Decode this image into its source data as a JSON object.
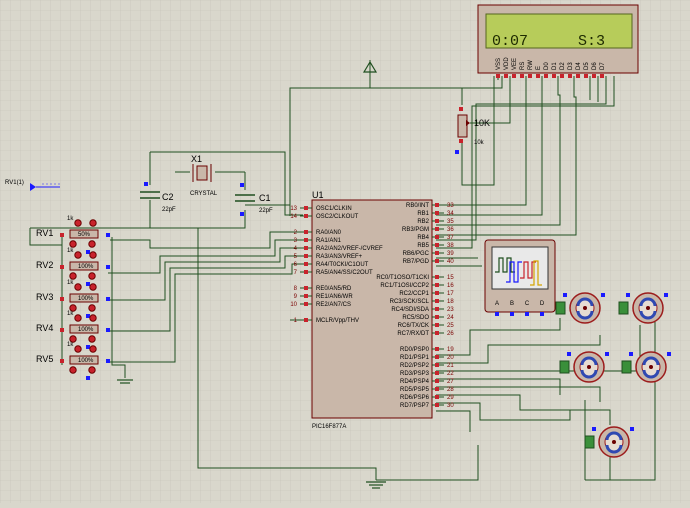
{
  "colors": {
    "canvas": "#d9d7cc",
    "grid": "#c4c2b8",
    "wire": "#1f4f1f",
    "body": "#c9b7a9",
    "outline": "#6b0000",
    "pin_red": "#c8232c",
    "pin_blue": "#1a1aff",
    "lcd_bg": "#b7cc5a",
    "lcd_text": "#1d2a00",
    "motor_ring": "#9c1c1c",
    "motor_arrow": "#2f49b2"
  },
  "lcd": {
    "line_left": "0:07",
    "line_right": "S:3",
    "pins": [
      "VSS",
      "VDD",
      "VEE",
      "RS",
      "RW",
      "E",
      "D0",
      "D1",
      "D2",
      "D3",
      "D4",
      "D5",
      "D6",
      "D7"
    ]
  },
  "terminal": {
    "label": "RV1(1)"
  },
  "pot": {
    "label": "10K",
    "value": "10k"
  },
  "crystal": {
    "ref": "X1",
    "name": "CRYSTAL"
  },
  "caps": [
    {
      "ref": "C2",
      "value": "22pF"
    },
    {
      "ref": "C1",
      "value": "22pF"
    }
  ],
  "pots": [
    {
      "ref": "RV1",
      "value": "1k",
      "scale": "50%"
    },
    {
      "ref": "RV2",
      "value": "1k",
      "scale": "100%"
    },
    {
      "ref": "RV3",
      "value": "1k",
      "scale": "100%"
    },
    {
      "ref": "RV4",
      "value": "1k",
      "scale": "100%"
    },
    {
      "ref": "RV5",
      "value": "1k",
      "scale": "100%"
    }
  ],
  "mcu": {
    "ref": "U1",
    "part": "PIC16F877A",
    "left_pins": [
      {
        "num": "13",
        "name": "OSC1/CLKIN"
      },
      {
        "num": "14",
        "name": "OSC2/CLKOUT"
      },
      {
        "num": "2",
        "name": "RA0/AN0"
      },
      {
        "num": "3",
        "name": "RA1/AN1"
      },
      {
        "num": "4",
        "name": "RA2/AN2/VREF-/CVREF"
      },
      {
        "num": "5",
        "name": "RA3/AN3/VREF+"
      },
      {
        "num": "6",
        "name": "RA4/T0CKI/C1OUT"
      },
      {
        "num": "7",
        "name": "RA5/AN4/SS/C2OUT"
      },
      {
        "num": "8",
        "name": "RE0/AN5/RD"
      },
      {
        "num": "9",
        "name": "RE1/AN6/WR"
      },
      {
        "num": "10",
        "name": "RE2/AN7/CS"
      },
      {
        "num": "1",
        "name": "MCLR/Vpp/THV"
      }
    ],
    "right_pins": [
      {
        "num": "33",
        "name": "RB0/INT"
      },
      {
        "num": "34",
        "name": "RB1"
      },
      {
        "num": "35",
        "name": "RB2"
      },
      {
        "num": "36",
        "name": "RB3/PGM"
      },
      {
        "num": "37",
        "name": "RB4"
      },
      {
        "num": "38",
        "name": "RB5"
      },
      {
        "num": "39",
        "name": "RB6/PGC"
      },
      {
        "num": "40",
        "name": "RB7/PGD"
      },
      {
        "num": "15",
        "name": "RC0/T1OSO/T1CKI"
      },
      {
        "num": "16",
        "name": "RC1/T1OSI/CCP2"
      },
      {
        "num": "17",
        "name": "RC2/CCP1"
      },
      {
        "num": "18",
        "name": "RC3/SCK/SCL"
      },
      {
        "num": "23",
        "name": "RC4/SDI/SDA"
      },
      {
        "num": "24",
        "name": "RC5/SDO"
      },
      {
        "num": "25",
        "name": "RC6/TX/CK"
      },
      {
        "num": "26",
        "name": "RC7/RX/DT"
      },
      {
        "num": "19",
        "name": "RD0/PSP0"
      },
      {
        "num": "20",
        "name": "RD1/PSP1"
      },
      {
        "num": "21",
        "name": "RD2/PSP2"
      },
      {
        "num": "22",
        "name": "RD3/PSP3"
      },
      {
        "num": "27",
        "name": "RD4/PSP4"
      },
      {
        "num": "28",
        "name": "RD5/PSP5"
      },
      {
        "num": "29",
        "name": "RD6/PSP6"
      },
      {
        "num": "30",
        "name": "RD7/PSP7"
      }
    ]
  },
  "scope": {
    "channels": [
      "A",
      "B",
      "C",
      "D"
    ]
  }
}
